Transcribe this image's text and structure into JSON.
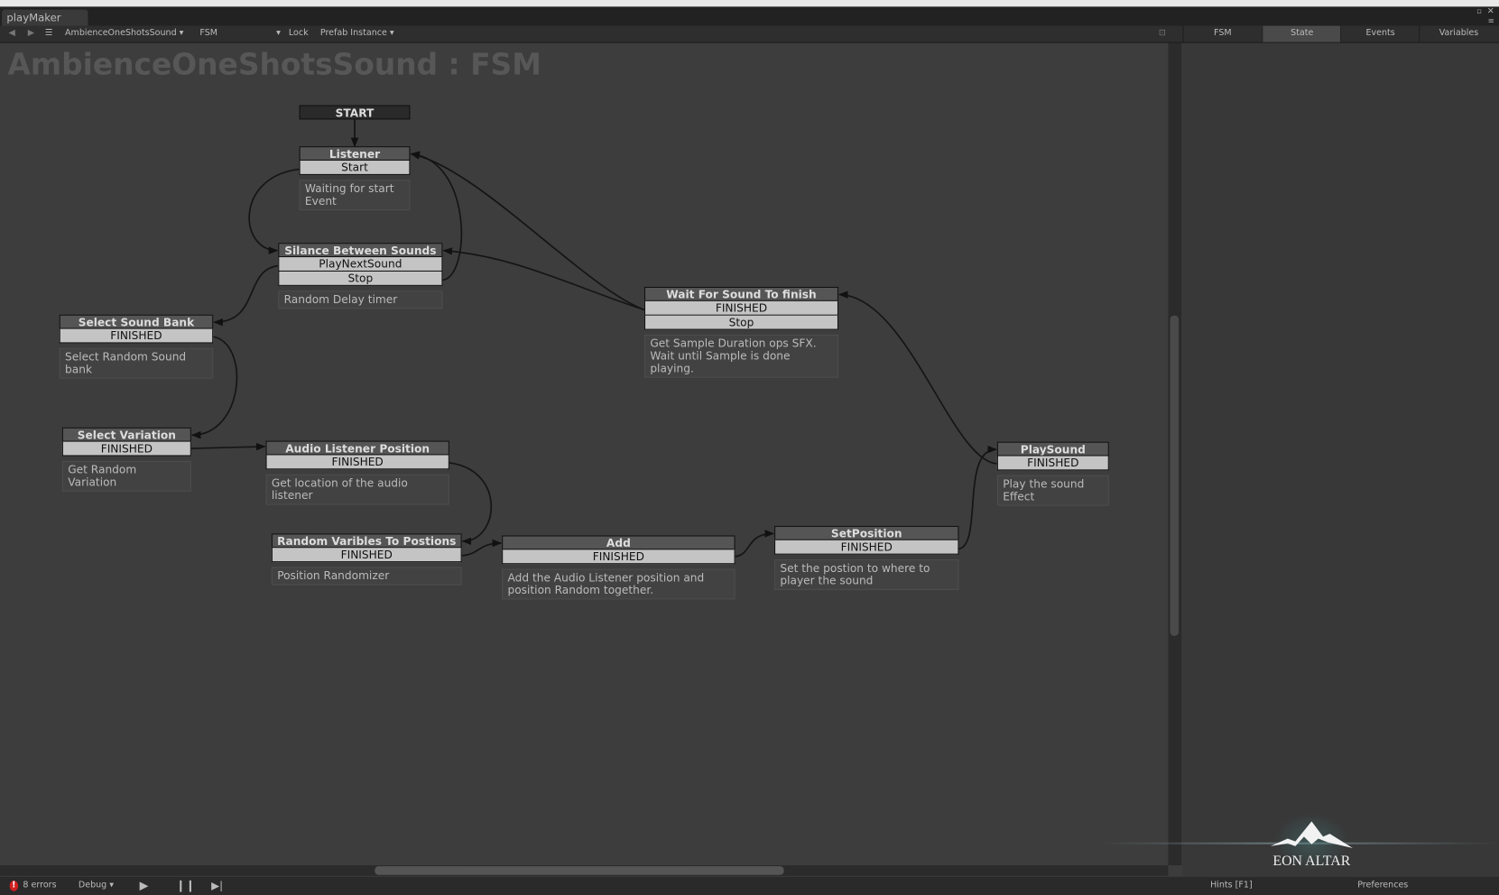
{
  "window": {
    "tab": "playMaker"
  },
  "toolbar": {
    "back_icon": "triangle-left",
    "forward_icon": "triangle-right",
    "menu_icon": "hamburger",
    "object": "AmbienceOneShotsSound",
    "fsm": "FSM",
    "lock": "Lock",
    "prefab": "Prefab Instance"
  },
  "right_tabs": [
    {
      "label": "FSM"
    },
    {
      "label": "State",
      "active": true
    },
    {
      "label": "Events"
    },
    {
      "label": "Variables"
    }
  ],
  "canvas": {
    "title": "AmbienceOneShotsSound : FSM"
  },
  "nodes": {
    "start": {
      "title": "START"
    },
    "listener": {
      "title": "Listener",
      "events": [
        "Start"
      ],
      "desc": "Waiting for start Event"
    },
    "silance": {
      "title": "Silance Between Sounds",
      "events": [
        "PlayNextSound",
        "Stop"
      ],
      "desc": "Random Delay timer"
    },
    "soundbank": {
      "title": "Select Sound Bank",
      "events": [
        "FINISHED"
      ],
      "desc": "Select Random Sound bank"
    },
    "variation": {
      "title": "Select Variation",
      "events": [
        "FINISHED"
      ],
      "desc": "Get Random Variation"
    },
    "audiolistener": {
      "title": "Audio Listener Position",
      "events": [
        "FINISHED"
      ],
      "desc": "Get location of the audio listener"
    },
    "randomvars": {
      "title": "Random Varibles To Postions",
      "events": [
        "FINISHED"
      ],
      "desc": "Position Randomizer"
    },
    "add": {
      "title": "Add",
      "events": [
        "FINISHED"
      ],
      "desc": "Add the Audio Listener position and position Random together."
    },
    "setposition": {
      "title": "SetPosition",
      "events": [
        "FINISHED"
      ],
      "desc": "Set the postion to where to player the sound"
    },
    "waitsound": {
      "title": "Wait For Sound To finish",
      "events": [
        "FINISHED",
        "Stop"
      ],
      "desc": "Get Sample Duration ops SFX. Wait until Sample is done playing."
    },
    "playsound": {
      "title": "PlaySound",
      "events": [
        "FINISHED"
      ],
      "desc": "Play the sound Effect"
    }
  },
  "statusbar": {
    "errors": "8 errors",
    "debug": "Debug",
    "hints": "Hints [F1]",
    "preferences": "Preferences"
  },
  "logo": {
    "text": "EON ALTAR"
  },
  "colors": {
    "canvas": "#3d3d3d",
    "node_title": "#555555",
    "node_event": "#c4c4c4",
    "active_tab": "#4a4a4a",
    "error": "#d02020"
  }
}
